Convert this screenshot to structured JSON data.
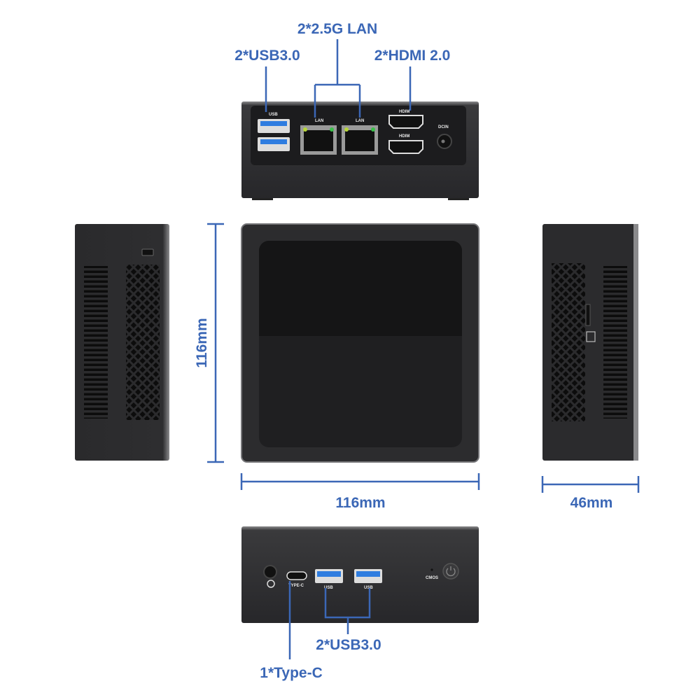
{
  "callouts": {
    "lan": "2*2.5G LAN",
    "usb_rear": "2*USB3.0",
    "hdmi": "2*HDMI 2.0",
    "usb_front": "2*USB3.0",
    "typec": "1*Type-C"
  },
  "dimensions": {
    "height": "116mm",
    "width": "116mm",
    "depth": "46mm"
  },
  "port_labels": {
    "usb": "USB",
    "lan1": "LAN",
    "lan2": "LAN",
    "hdmi1": "HDIM",
    "hdmi2": "HDIM",
    "dcin": "DCIN",
    "typec": "TYPE-C",
    "usb_f1": "USB",
    "usb_f2": "USB",
    "cmos": "CMOS"
  },
  "colors": {
    "accent": "#3b67b6",
    "body": "#2e2e30",
    "panel": "#1e1e20",
    "usb_blue": "#2f7de0"
  }
}
